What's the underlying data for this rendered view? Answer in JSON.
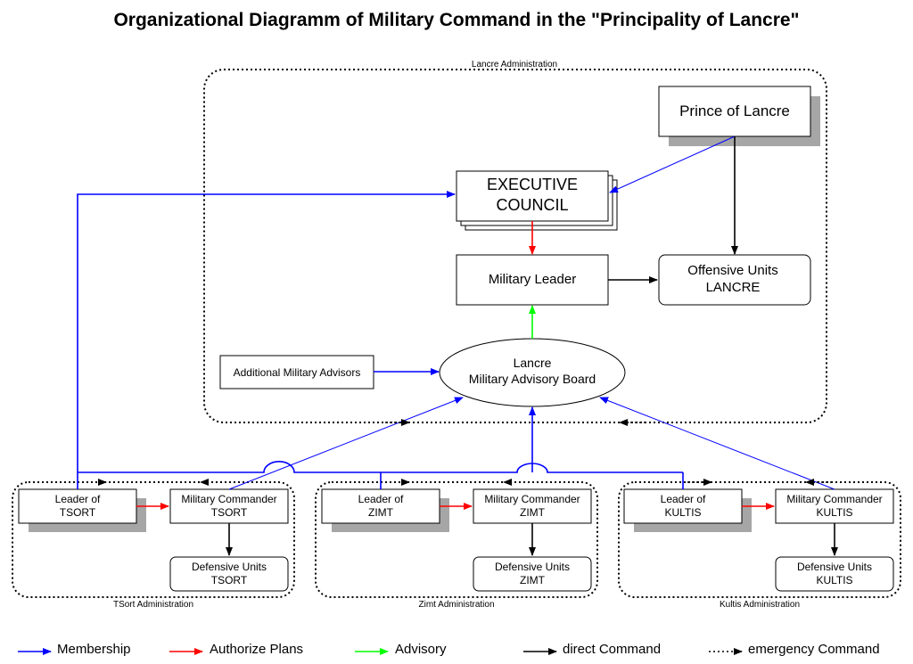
{
  "title": "Organizational Diagramm of Military Command in the \"Principality of Lancre\"",
  "regions": {
    "lancre": "Lancre Administration",
    "tsort": "TSort Administration",
    "zimt": "Zimt Administration",
    "kultis": "Kultis Administration"
  },
  "nodes": {
    "prince": "Prince of Lancre",
    "executive": [
      "EXECUTIVE",
      "COUNCIL"
    ],
    "military_leader": "Military Leader",
    "offensive": [
      "Offensive Units",
      "LANCRE"
    ],
    "advisors": "Additional Military Advisors",
    "board": [
      "Lancre",
      "Military Advisory Board"
    ],
    "tsort_leader": [
      "Leader of",
      "TSORT"
    ],
    "tsort_commander": [
      "Military Commander",
      "TSORT"
    ],
    "tsort_defensive": [
      "Defensive Units",
      "TSORT"
    ],
    "zimt_leader": [
      "Leader of",
      "ZIMT"
    ],
    "zimt_commander": [
      "Military Commander",
      "ZIMT"
    ],
    "zimt_defensive": [
      "Defensive Units",
      "ZIMT"
    ],
    "kultis_leader": [
      "Leader of",
      "KULTIS"
    ],
    "kultis_commander": [
      "Military Commander",
      "KULTIS"
    ],
    "kultis_defensive": [
      "Defensive Units",
      "KULTIS"
    ]
  },
  "legend": {
    "membership": "Membership",
    "authorize": "Authorize Plans",
    "advisory": "Advisory",
    "direct": "direct Command",
    "emergency": "emergency Command"
  },
  "colors": {
    "membership": "#0000ff",
    "authorize": "#ff0000",
    "advisory": "#00ff00",
    "command": "#000000",
    "shadow": "#a6a6a6"
  }
}
